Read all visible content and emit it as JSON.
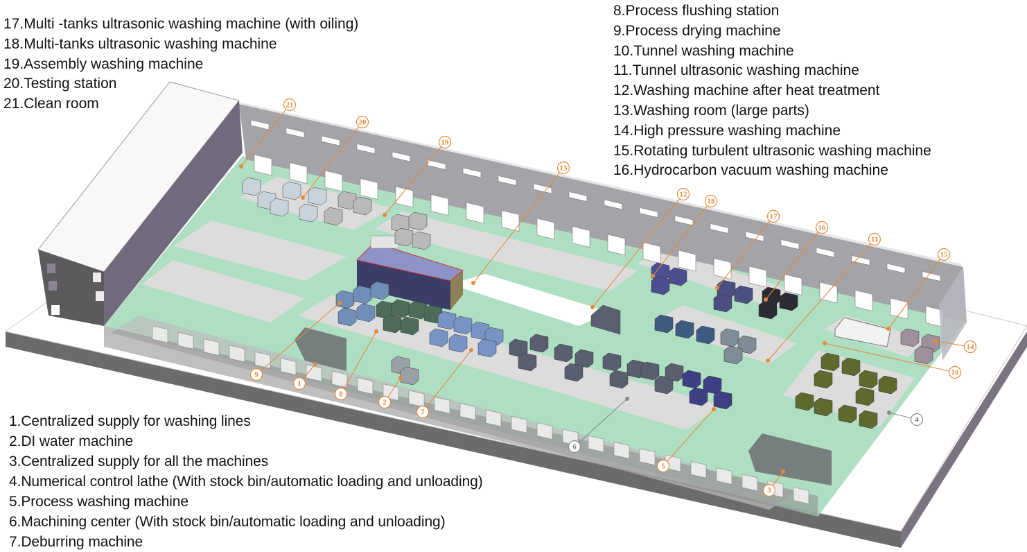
{
  "diagram": {
    "title": "Factory washing-line layout (isometric)",
    "colors": {
      "callout": "#e4893a",
      "callout_grey": "#888888",
      "floor_green": "#a6dcbc",
      "floor_grey": "#dcdcdc",
      "wall": "#a3a3a8",
      "wall_dark": "#6f6a7c",
      "base": "#6d6d6d"
    },
    "legend_top_left": [
      "17.Multi -tanks ultrasonic washing machine (with oiling)",
      "18.Multi-tanks ultrasonic washing machine",
      "19.Assembly washing machine",
      "20.Testing station",
      "21.Clean room"
    ],
    "legend_top_right": [
      "8.Process flushing station",
      "9.Process drying machine",
      "10.Tunnel washing machine",
      "11.Tunnel ultrasonic washing machine",
      "12.Washing machine after heat treatment",
      "13.Washing room (large parts)",
      "14.High pressure washing machine",
      "15.Rotating turbulent ultrasonic washing machine",
      "16.Hydrocarbon vacuum washing machine"
    ],
    "legend_bottom_left": [
      "1.Centralized supply for washing lines",
      "2.DI water machine",
      "3.Centralized supply for all the machines",
      "4.Numerical control lathe (With stock bin/automatic loading and unloading)",
      "5.Process washing machine",
      "6.Machining center (With stock bin/automatic loading and unloading)",
      "7.Deburring machine"
    ],
    "callouts": [
      {
        "num": "1",
        "color": "orange"
      },
      {
        "num": "2",
        "color": "orange"
      },
      {
        "num": "3",
        "color": "orange"
      },
      {
        "num": "4",
        "color": "grey"
      },
      {
        "num": "5",
        "color": "orange"
      },
      {
        "num": "6",
        "color": "grey"
      },
      {
        "num": "7",
        "color": "orange"
      },
      {
        "num": "8",
        "color": "orange"
      },
      {
        "num": "9",
        "color": "orange"
      },
      {
        "num": "10",
        "color": "orange"
      },
      {
        "num": "11",
        "color": "orange"
      },
      {
        "num": "12",
        "color": "orange"
      },
      {
        "num": "13",
        "color": "orange"
      },
      {
        "num": "14",
        "color": "orange"
      },
      {
        "num": "15",
        "color": "orange"
      },
      {
        "num": "16",
        "color": "orange"
      },
      {
        "num": "17",
        "color": "orange"
      },
      {
        "num": "18",
        "color": "orange"
      },
      {
        "num": "19",
        "color": "orange"
      },
      {
        "num": "20",
        "color": "orange"
      },
      {
        "num": "21",
        "color": "orange"
      }
    ]
  }
}
